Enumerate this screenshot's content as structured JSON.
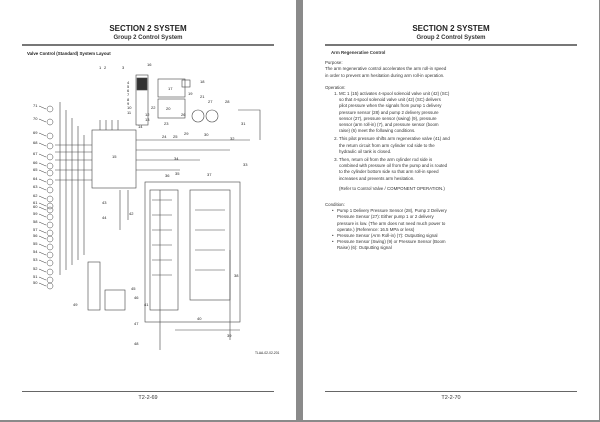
{
  "left_page": {
    "section": "SECTION 2 SYSTEM",
    "group": "Group 2 Control System",
    "subtitle": "Valve Control (Standard) System Layout",
    "diagram_callouts": [
      "1",
      "2",
      "3",
      "4",
      "5",
      "6",
      "7",
      "8",
      "9",
      "10",
      "11",
      "12",
      "13",
      "14",
      "15",
      "16",
      "17",
      "18",
      "19",
      "20",
      "21",
      "22",
      "23",
      "24",
      "25",
      "26",
      "27",
      "28",
      "29",
      "30",
      "31",
      "32",
      "33",
      "34",
      "35",
      "36",
      "37",
      "38",
      "39",
      "40",
      "41",
      "42",
      "43",
      "44",
      "45",
      "46",
      "47",
      "48",
      "49",
      "50",
      "51",
      "52",
      "53",
      "54",
      "55",
      "56",
      "57",
      "58",
      "59",
      "60",
      "61",
      "62",
      "63",
      "64",
      "65",
      "66",
      "67",
      "68",
      "69",
      "70",
      "71"
    ],
    "figure_id": "TLAA-02-02-201",
    "page_number": "T2-2-69"
  },
  "right_page": {
    "section": "SECTION 2 SYSTEM",
    "group": "Group 2 Control System",
    "heading": "Arm Regenerative Control",
    "purpose_label": "Purpose:",
    "purpose_text": "The arm regenerative control accelerates the arm roll-in speed in order to prevent arm hesitation during arm roll-in operation.",
    "operation_label": "Operation:",
    "operation_steps": [
      "MC 1 (15) activates 4-spool solenoid valve unit (42) (SC) so that 4-spool solenoid valve unit (42) (SC) delivers pilot pressure when the signals from pump 1 delivery pressure sensor (28) and pump 2 delivery pressure sensor (27), pressure sensor (swing) (9), pressure sensor (arm roll-in) (7), and pressure sensor (boom raise) (6) meet the following conditions.",
      "This pilot pressure shifts arm regenerative valve (41) and the return circuit from arm cylinder rod side to the hydraulic oil tank is closed.",
      "Then, return oil from the arm cylinder rod side is combined with pressure oil from the pump and is routed to the cylinder bottom side so that arm roll-in speed increases and prevents arm hesitation."
    ],
    "reference": "(Refer to Control Valve / COMPONENT OPERATION.)",
    "condition_label": "Condition:",
    "conditions": [
      "Pump 1 Delivery Pressure Sensor (28), Pump 2 Delivery Pressure Sensor (27): Either pump 1 or 2 delivery pressure is low. (The arm does not need much power to operate.) (Reference: 16.5 MPa or less)",
      "Pressure Sensor (Arm Roll-in) (7): Outputting signal",
      "Pressure Sensor (Swing) (9) or Pressure Sensor (Boom Raise) (6): Outputting signal"
    ],
    "page_number": "T2-2-70"
  }
}
